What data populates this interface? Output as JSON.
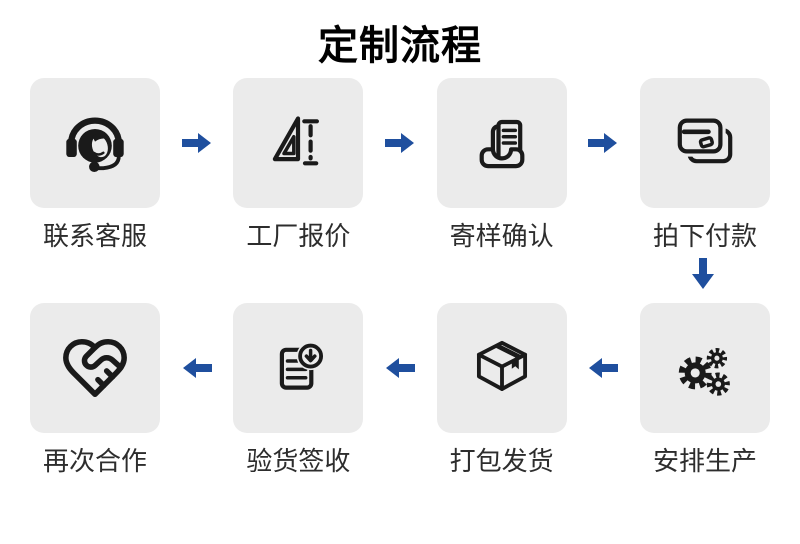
{
  "title": "定制流程",
  "colors": {
    "background": "#ffffff",
    "card_background": "#ebebeb",
    "icon_color": "#1a1a1a",
    "label_color": "#2d2d2d",
    "arrow_blue": "#1f4f9e"
  },
  "connectors": {
    "row1_arrow": "arrow-right-icon",
    "row2_arrow": "arrow-left-icon",
    "between_rows_arrow": "arrow-down-icon"
  },
  "rows": [
    {
      "direction": "left-to-right",
      "steps": [
        {
          "label": "联系客服",
          "icon": "customer-service-icon"
        },
        {
          "label": "工厂报价",
          "icon": "set-square-icon"
        },
        {
          "label": "寄样确认",
          "icon": "document-inbox-icon"
        },
        {
          "label": "拍下付款",
          "icon": "credit-cards-icon"
        }
      ]
    },
    {
      "direction": "right-to-left",
      "steps": [
        {
          "label": "再次合作",
          "icon": "heart-handshake-icon"
        },
        {
          "label": "验货签收",
          "icon": "document-download-icon"
        },
        {
          "label": "打包发货",
          "icon": "package-box-icon"
        },
        {
          "label": "安排生产",
          "icon": "gears-icon"
        }
      ]
    }
  ]
}
